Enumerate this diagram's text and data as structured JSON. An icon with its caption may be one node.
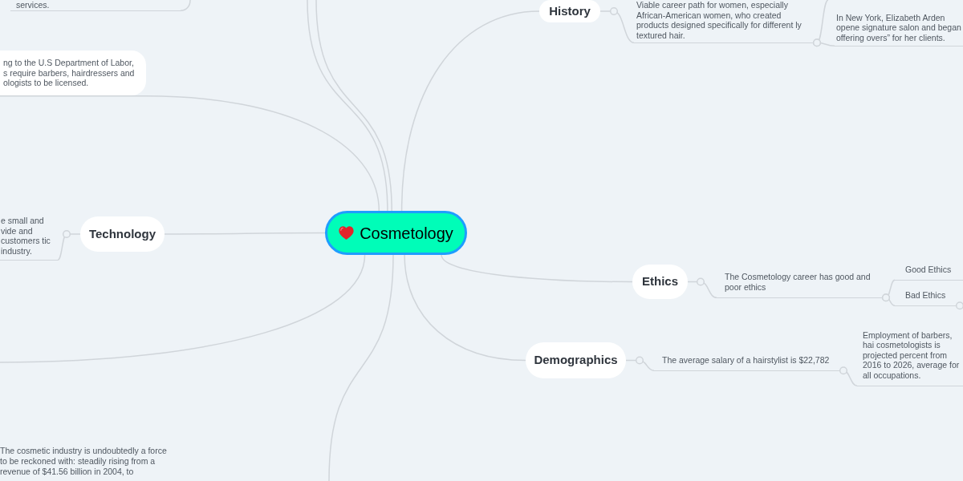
{
  "diagram": {
    "nodes": [
      {
        "text": [
          "Cosmetology"
        ]
      },
      {
        "text": [
          "History"
        ]
      },
      {
        "text": [
          "Viable career path for women, especially African-American women, who created products designed specifically for different ly textured hair."
        ]
      },
      {
        "text": [
          "In New York, Elizabeth Arden opene signature salon and began offering overs” for her clients."
        ]
      },
      {
        "text": [
          "services."
        ]
      },
      {
        "text": [
          "ng to the U.S Department of Labor, s require barbers, hairdressers and ologists to be licensed."
        ]
      },
      {
        "text": [
          "Technology"
        ]
      },
      {
        "text": [
          "e small and vide and customers tic industry."
        ]
      },
      {
        "text": [
          "Ethics"
        ]
      },
      {
        "text": [
          "The Cosmetology career has good and poor ethics"
        ]
      },
      {
        "text": [
          "Good Ethics"
        ]
      },
      {
        "text": [
          "Bad Ethics"
        ]
      },
      {
        "text": [
          "Demographics"
        ]
      },
      {
        "text": [
          "The average salary of a hairstylist is $22,782"
        ]
      },
      {
        "text": [
          "Employment of barbers, hai cosmetologists is projected percent from 2016 to 2026, average for all occupations."
        ]
      }
    ],
    "edges": [
      {
        "from": 0,
        "to": 1,
        "arrow": "none"
      },
      {
        "from": 1,
        "to": 2,
        "arrow": "none"
      },
      {
        "from": 2,
        "to": 3,
        "arrow": "other"
      },
      {
        "from": 2,
        "to": null,
        "arrow": "other"
      },
      {
        "from": null,
        "to": 4,
        "arrow": "none"
      },
      {
        "from": 0,
        "to": null,
        "arrow": "none"
      },
      {
        "from": 0,
        "to": null,
        "arrow": "none"
      },
      {
        "from": 0,
        "to": 5,
        "arrow": "none"
      },
      {
        "from": 0,
        "to": 6,
        "arrow": "none"
      },
      {
        "from": 6,
        "to": 7,
        "arrow": "none"
      },
      {
        "from": 0,
        "to": null,
        "arrow": "none"
      },
      {
        "from": 0,
        "to": null,
        "arrow": "none"
      },
      {
        "from": 0,
        "to": 8,
        "arrow": "none"
      },
      {
        "from": 8,
        "to": 9,
        "arrow": "none"
      },
      {
        "from": 9,
        "to": 10,
        "arrow": "other"
      },
      {
        "from": 9,
        "to": 11,
        "arrow": "other"
      },
      {
        "from": 0,
        "to": 12,
        "arrow": "none"
      },
      {
        "from": 12,
        "to": 13,
        "arrow": "none"
      },
      {
        "from": 13,
        "to": 14,
        "arrow": "other"
      }
    ],
    "labels": [
      "The cosmetic industry is undoubtedly a force to be reckoned with: steadily rising from a revenue of $41.56 billion in 2004, to"
    ]
  }
}
